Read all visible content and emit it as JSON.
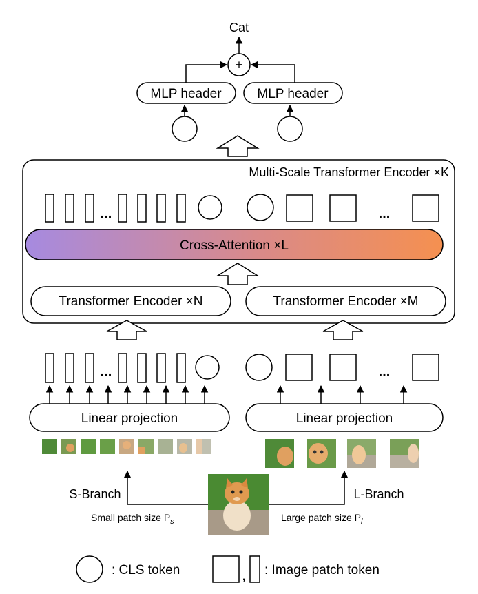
{
  "output": {
    "label": "Cat",
    "combine_symbol": "+"
  },
  "heads": {
    "left_label": "MLP header",
    "right_label": "MLP header"
  },
  "encoder": {
    "title": "Multi-Scale Transformer Encoder ×K",
    "cross_attention_label": "Cross-Attention ×L",
    "left_encoder_label": "Transformer Encoder ×N",
    "right_encoder_label": "Transformer Encoder ×M",
    "ellipsis": "..."
  },
  "projection": {
    "left_label": "Linear projection",
    "right_label": "Linear projection"
  },
  "branches": {
    "s_label": "S-Branch",
    "l_label": "L-Branch",
    "s_patch_caption": "Small patch size P",
    "s_patch_subscript": "s",
    "l_patch_caption": "Large patch size P",
    "l_patch_subscript": "l"
  },
  "legend": {
    "cls_label": ": CLS token",
    "comma": ",",
    "patch_label": ": Image patch token"
  },
  "colors": {
    "stroke": "#000000",
    "gradient_start": "#a68ae0",
    "gradient_end": "#f59050",
    "grass": "#5a8f3a",
    "cat_orange": "#e0a060"
  }
}
